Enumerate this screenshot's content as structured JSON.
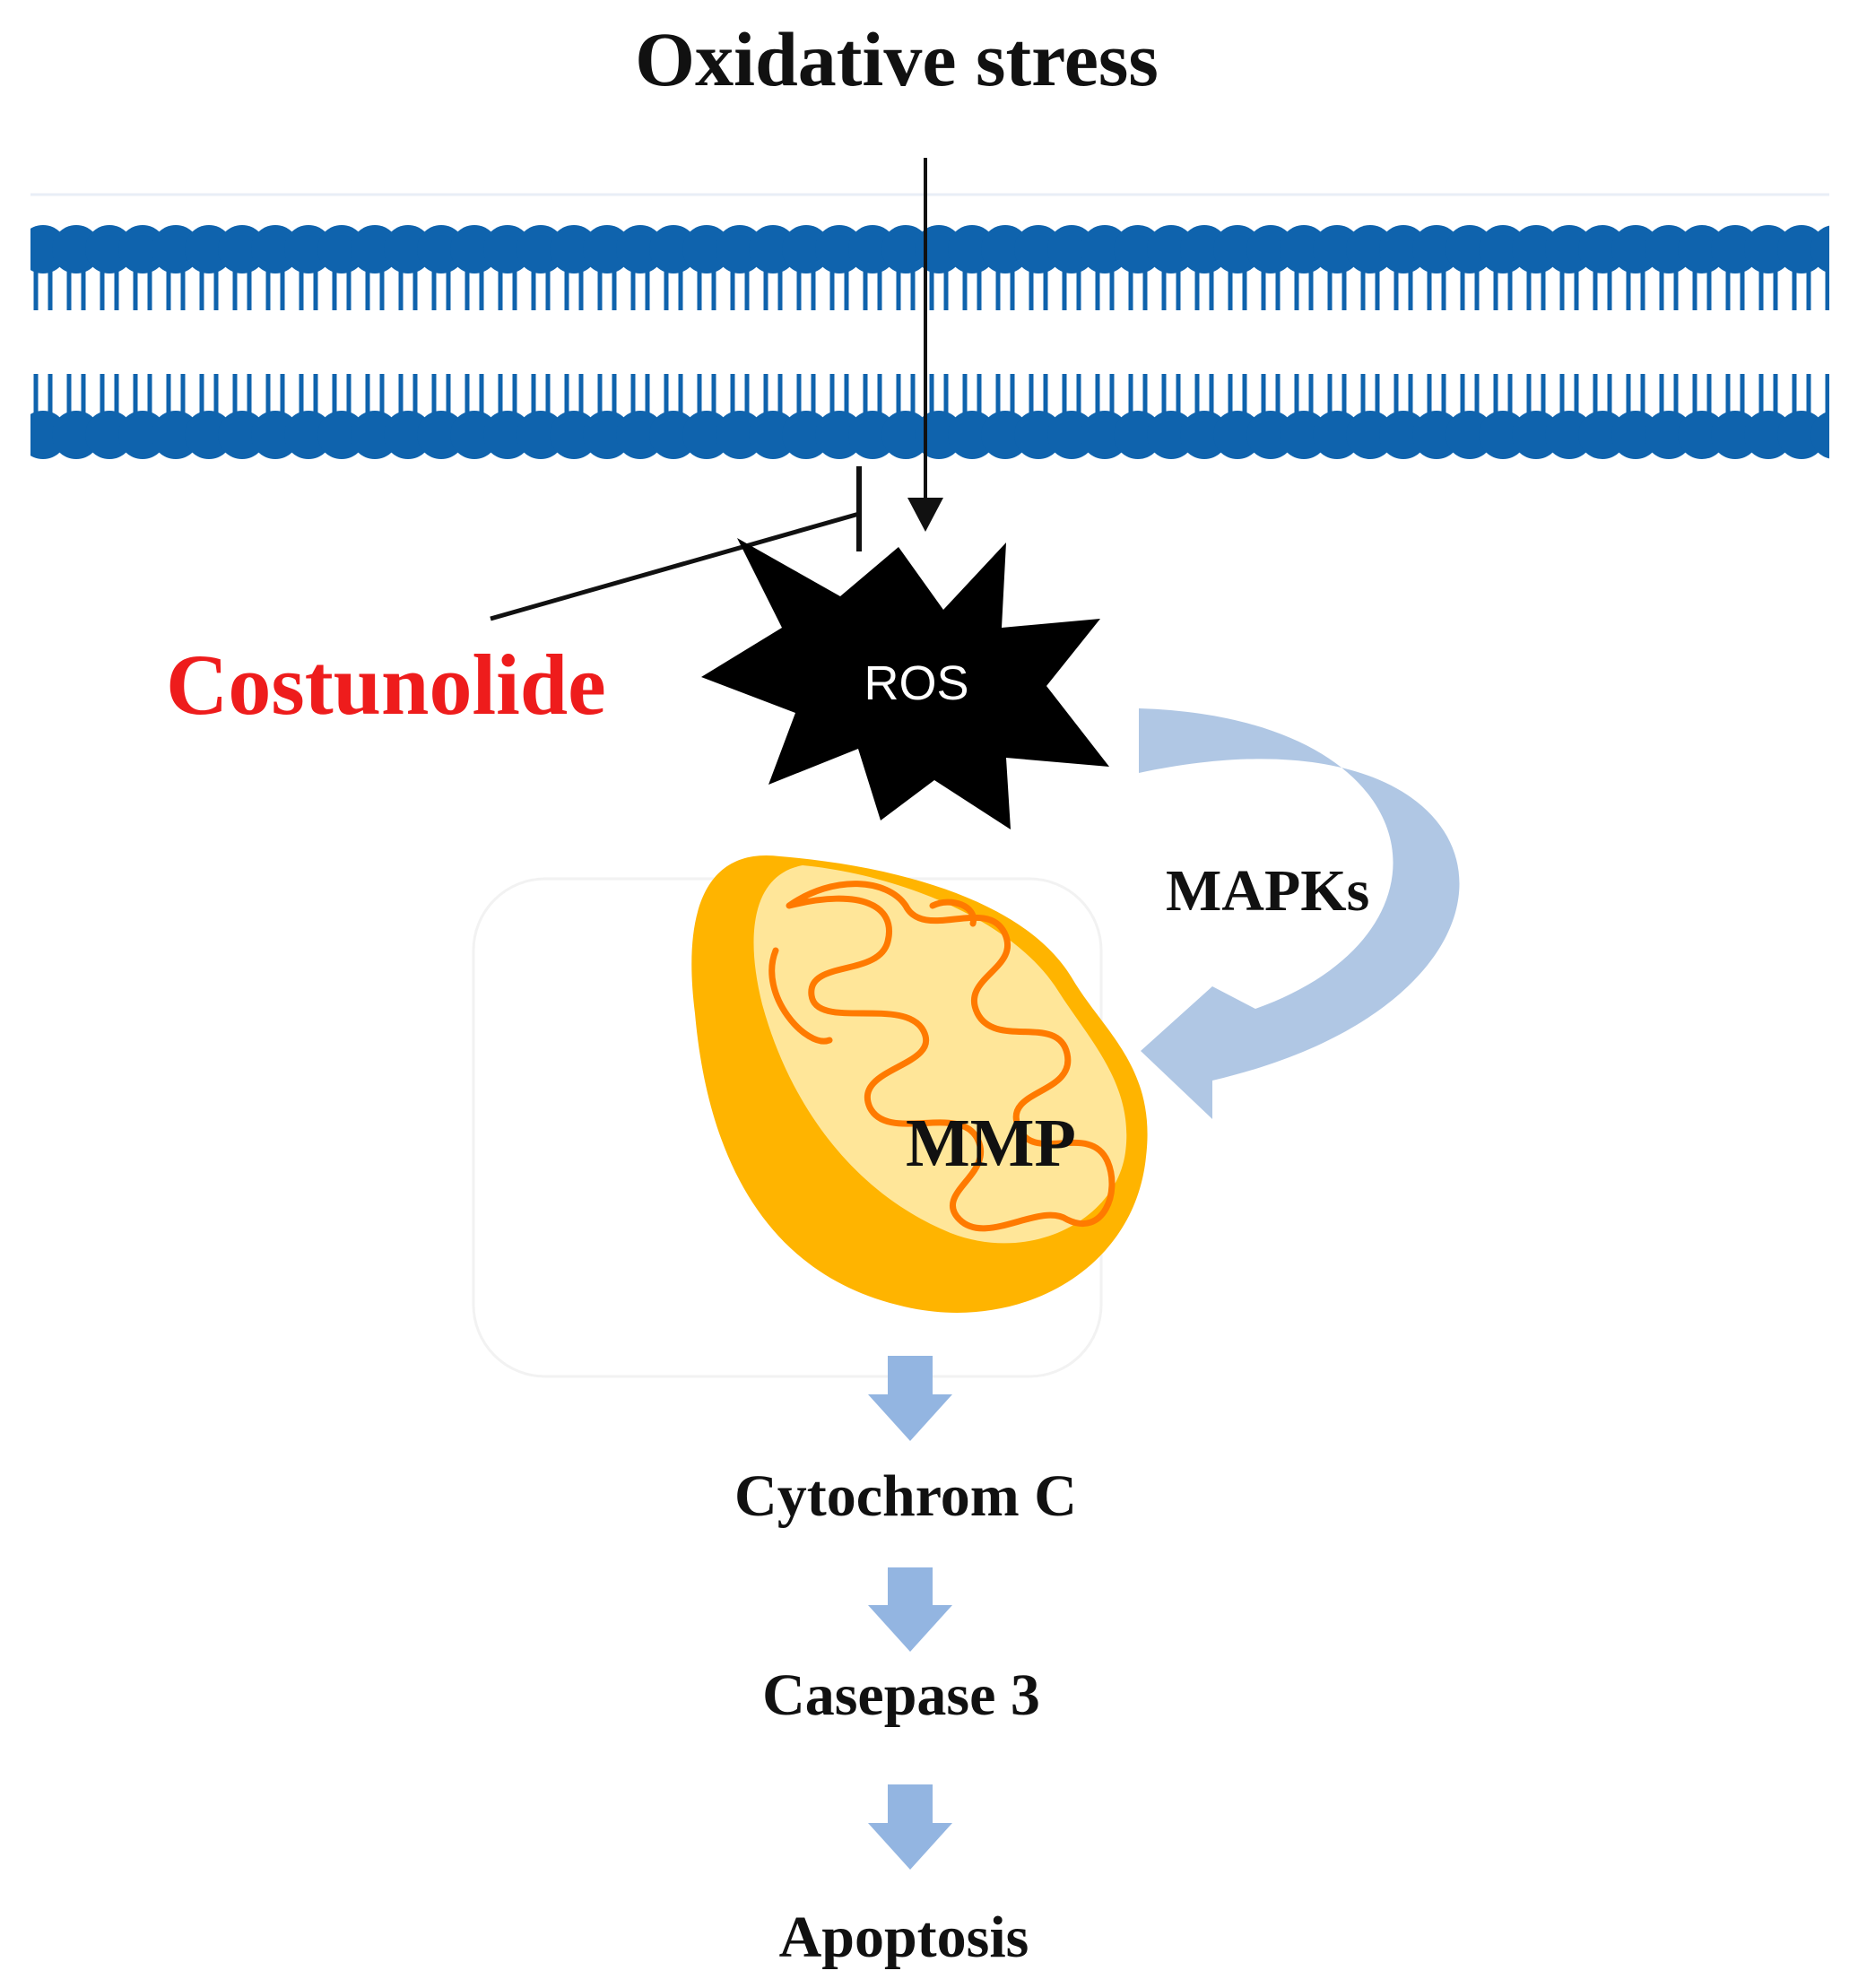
{
  "labels": {
    "oxidative_stress": "Oxidative stress",
    "costunolide": "Costunolide",
    "ros": "ROS",
    "mapks": "MAPKs",
    "mmp": "MMP",
    "cytochrom_c": "Cytochrom C",
    "casepase_3": "Casepase 3",
    "apoptosis": "Apoptosis"
  },
  "colors": {
    "membrane": "#0f63ad",
    "text": "#111111",
    "costunolide": "#ee1c1c",
    "ros_burst": "#000000",
    "ros_text": "#ffffff",
    "mapk_arrow": "#a9c2e2",
    "flow_arrow": "#93b5e1",
    "mito_outer": "#ffb400",
    "mito_outer_shade": "#f6a800",
    "mito_inner": "#ffe699",
    "mito_cristae": "#ff7a00"
  },
  "icons": {
    "membrane": "lipid-bilayer-icon",
    "ros": "burst-star-icon",
    "mitochondrion": "mitochondrion-icon",
    "inhibition": "inhibition-t-bar-icon",
    "activation": "arrow-down-icon"
  }
}
